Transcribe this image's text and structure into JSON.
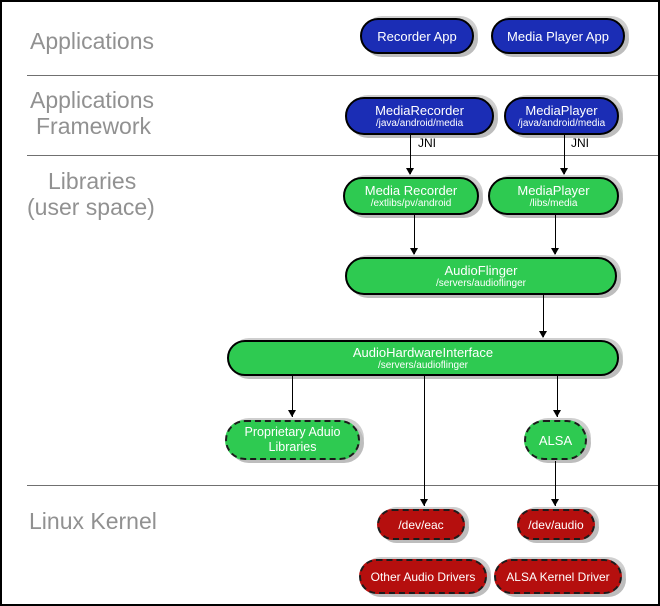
{
  "diagram": {
    "sections": {
      "applications": {
        "line1": "Applications"
      },
      "framework": {
        "line1": "Applications",
        "line2": "Framework"
      },
      "libraries": {
        "line1": "Libraries",
        "line2": "(user space)"
      },
      "kernel": {
        "line1": "Linux Kernel"
      }
    },
    "nodes": {
      "recorder_app": {
        "title": "Recorder App"
      },
      "media_player_app": {
        "title": "Media Player App"
      },
      "mediarecorder_fw": {
        "title": "MediaRecorder",
        "subtitle": "/java/android/media"
      },
      "mediaplayer_fw": {
        "title": "MediaPlayer",
        "subtitle": "/java/android/media"
      },
      "media_recorder_lib": {
        "title": "Media Recorder",
        "subtitle": "/extlibs/pv/android"
      },
      "mediaplayer_lib": {
        "title": "MediaPlayer",
        "subtitle": "/libs/media"
      },
      "audioflinger": {
        "title": "AudioFlinger",
        "subtitle": "/servers/audioflinger"
      },
      "audiohardwareinterface": {
        "title": "AudioHardwareInterface",
        "subtitle": "/servers/audioflinger"
      },
      "proprietary_audio_libraries": {
        "title": "Proprietary Aduio Libraries"
      },
      "alsa": {
        "title": "ALSA"
      },
      "dev_eac": {
        "title": "/dev/eac"
      },
      "dev_audio": {
        "title": "/dev/audio"
      },
      "other_audio_drivers": {
        "title": "Other Audio Drivers"
      },
      "alsa_kernel_driver": {
        "title": "ALSA Kernel Driver"
      }
    },
    "edge_labels": {
      "jni_left": "JNI",
      "jni_right": "JNI"
    },
    "colors": {
      "app_blue": "#1b2db5",
      "lib_green": "#2eca51",
      "kernel_red": "#b50f0e",
      "shadow_gray": "#bdbdbd",
      "section_label_gray": "#919191",
      "divider_gray": "#707070"
    }
  }
}
